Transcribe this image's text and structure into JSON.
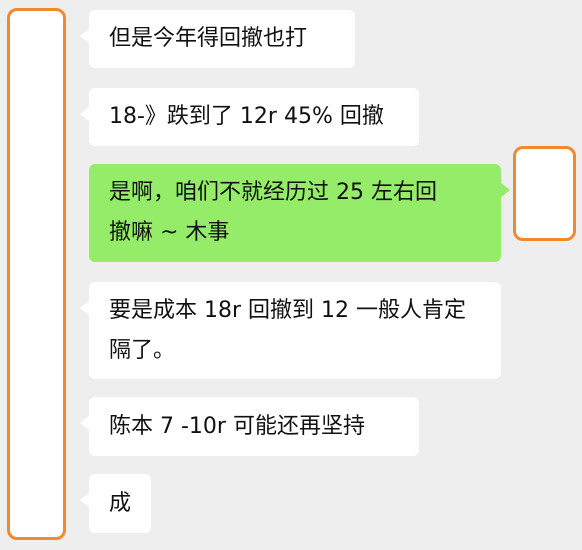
{
  "colors": {
    "background": "#eeeeee",
    "incoming_bubble": "#ffffff",
    "outgoing_bubble": "#95ec69",
    "avatar_mask_border": "#ef8a2e"
  },
  "messages": [
    {
      "direction": "incoming",
      "text": "但是今年得回撤也打"
    },
    {
      "direction": "incoming",
      "text": "18-》跌到了 12r 45% 回撤"
    },
    {
      "direction": "outgoing",
      "text": "是啊，咱们不就经历过 25 左右回\n撤嘛 ~ 木事"
    },
    {
      "direction": "incoming",
      "text": "要是成本 18r 回撤到 12 一般人肯定\n隔了。"
    },
    {
      "direction": "incoming",
      "text": "陈本 7 -10r 可能还再坚持"
    },
    {
      "direction": "incoming",
      "text": "成"
    }
  ]
}
